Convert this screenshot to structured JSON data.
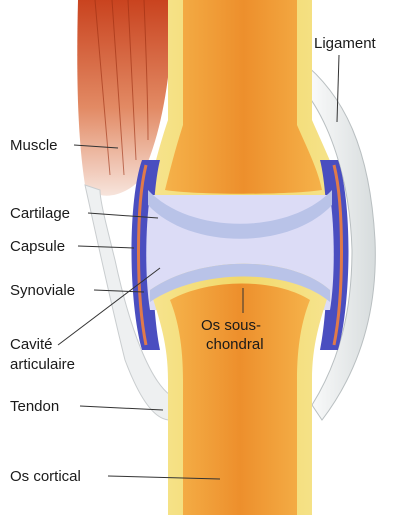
{
  "labels": {
    "muscle": "Muscle",
    "cartilage": "Cartilage",
    "capsule": "Capsule",
    "synoviale": "Synoviale",
    "cavite_line1": "Cavité",
    "cavite_line2": "articulaire",
    "tendon": "Tendon",
    "os_cortical": "Os cortical",
    "ligament": "Ligament",
    "os_sous_line1": "Os sous-",
    "os_sous_line2": "chondral"
  },
  "colors": {
    "bone_outer": "#f3df7a",
    "bone_inner": "#f0a33c",
    "bone_core": "#ec8e2e",
    "cartilage": "#b9c3e8",
    "capsule": "#4a4ec0",
    "synovium": "#e07a4a",
    "cavity": "#dcdcf6",
    "muscle": "#d9552a",
    "ligament": "#e3e7e8"
  }
}
